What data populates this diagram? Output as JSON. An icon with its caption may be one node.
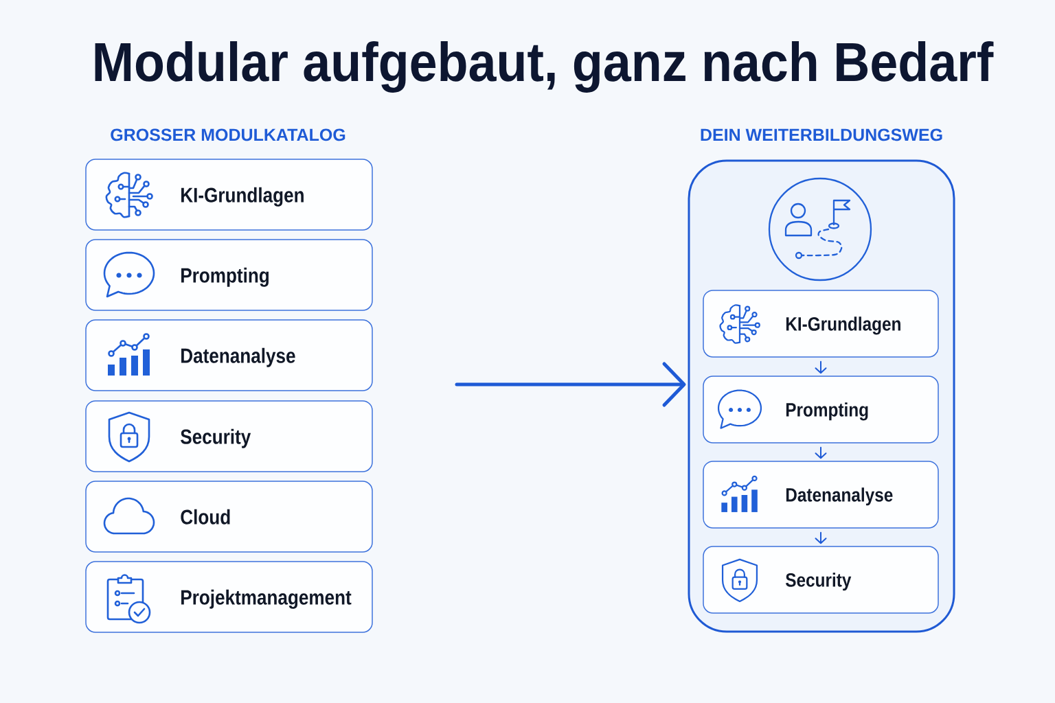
{
  "diagram": {
    "title": "Modular aufgebaut, ganz nach Bedarf",
    "nodes": [
      {
        "text": [
          "KI-Grundlagen"
        ]
      },
      {
        "text": [
          "Prompting"
        ]
      },
      {
        "text": [
          "Datenanalyse"
        ]
      },
      {
        "text": [
          "Security"
        ]
      },
      {
        "text": [
          "Cloud"
        ]
      },
      {
        "text": [
          "Projektmanagement"
        ]
      },
      {
        "text": [
          "DEIN WEITERBILDUNGSWEG"
        ]
      },
      {
        "text": [
          "KI-Grundlagen"
        ],
        "in": 6
      },
      {
        "text": [
          "Prompting"
        ],
        "in": 6
      },
      {
        "text": [
          "Datenanalyse"
        ],
        "in": 6
      },
      {
        "text": [
          "Security"
        ],
        "in": 6
      }
    ],
    "edges": [
      {
        "from": null,
        "to": 6,
        "arrow": "to",
        "style": "thick"
      },
      {
        "from": 7,
        "to": 8,
        "arrow": "to"
      },
      {
        "from": 8,
        "to": 9,
        "arrow": "to"
      },
      {
        "from": 9,
        "to": 10,
        "arrow": "to"
      }
    ],
    "labels": [
      "GROSSER MODULKATALOG"
    ]
  }
}
